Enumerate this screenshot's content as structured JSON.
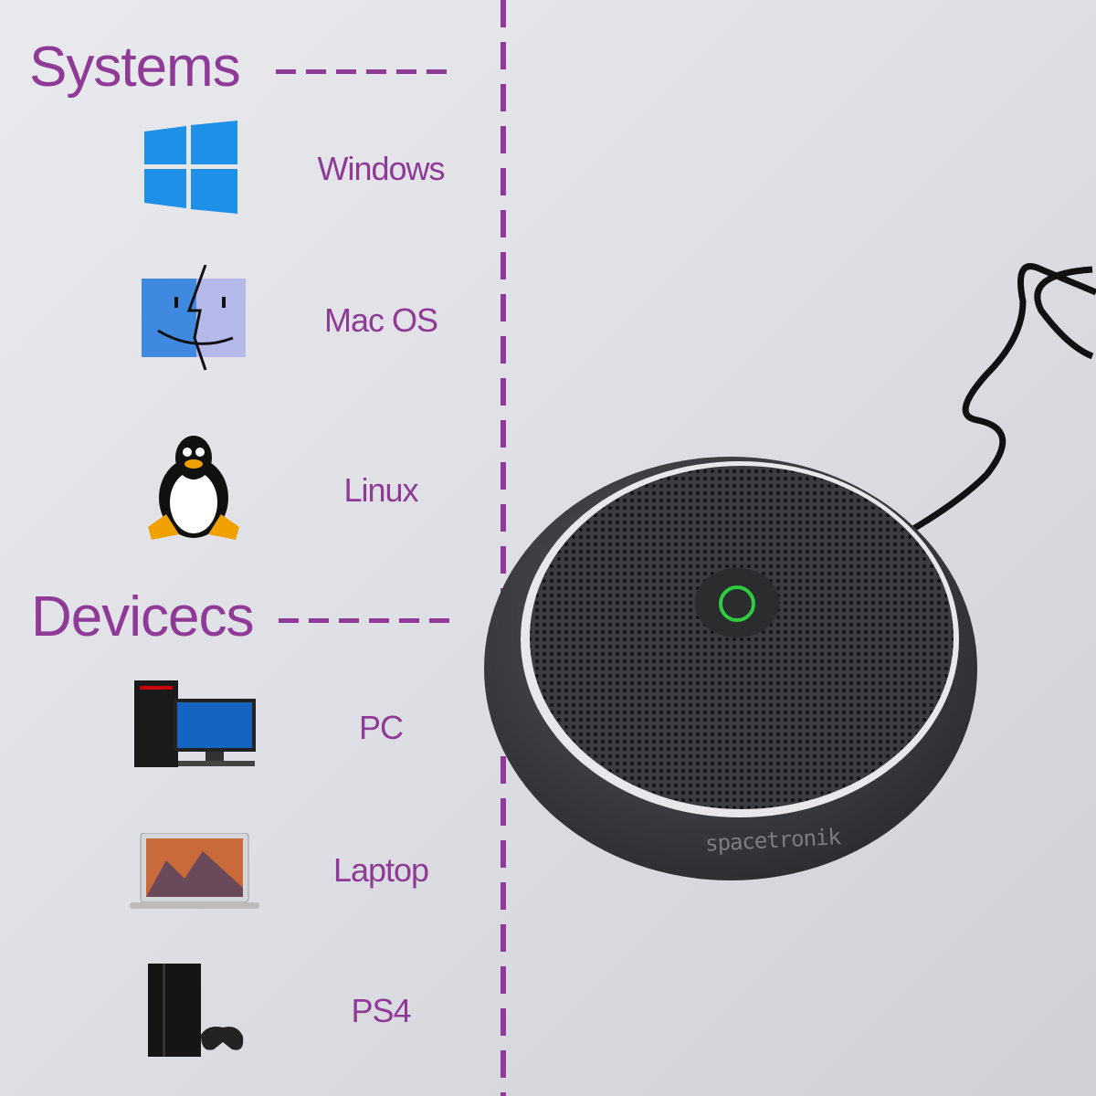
{
  "systems": {
    "heading": "Systems",
    "items": [
      {
        "label": "Windows",
        "icon": "windows-logo-icon"
      },
      {
        "label": "Mac OS",
        "icon": "finder-icon"
      },
      {
        "label": "Linux",
        "icon": "tux-penguin-icon"
      }
    ]
  },
  "devices": {
    "heading": "Devicecs",
    "items": [
      {
        "label": "PC",
        "icon": "desktop-pc-icon"
      },
      {
        "label": "Laptop",
        "icon": "laptop-icon"
      },
      {
        "label": "PS4",
        "icon": "ps4-console-icon"
      }
    ]
  },
  "product": {
    "brand": "spacetronik"
  },
  "colors": {
    "accent": "#8e3a96",
    "power_ring": "#2ecc40"
  }
}
